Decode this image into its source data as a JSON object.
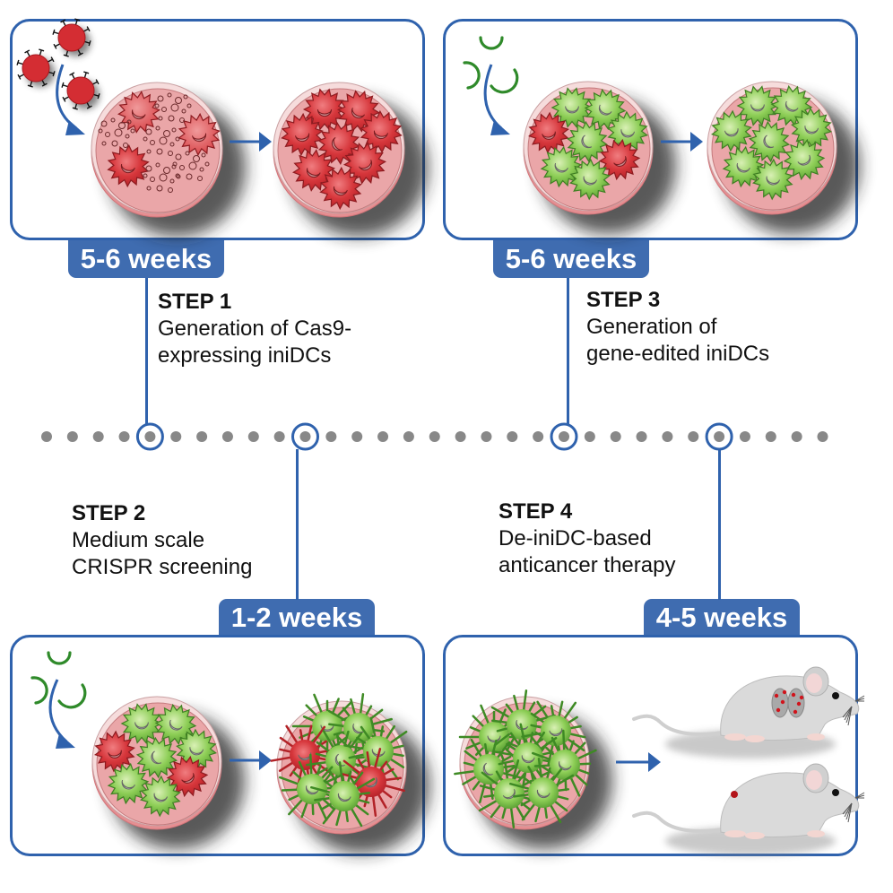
{
  "figure": {
    "title": "iniDC CRISPR screening and therapy workflow timeline"
  },
  "colors": {
    "accent_blue": "#2f62ad",
    "badge_blue": "#3f6cb0",
    "timeline_dot": "#888888",
    "dish_medium": "#e8a3a6",
    "cell_red": "#d62c33",
    "cell_green": "#7cc04a",
    "mouse_gray": "#d9d9d9"
  },
  "steps": [
    {
      "id": "step1",
      "title": "STEP 1",
      "line1": "Generation of Cas9-",
      "line2": "expressing iniDCs",
      "duration": "5-6 weeks",
      "panel_content": "Lentivirus (Cas9) transduction of cells; Cas9-expressing iniDCs expanded",
      "icons": [
        "virus-icon",
        "petri-dish-icon",
        "arrow-right-icon"
      ]
    },
    {
      "id": "step2",
      "title": "STEP 2",
      "line1": "Medium scale",
      "line2": "CRISPR screening",
      "duration": "1-2 weeks",
      "panel_content": "sgRNA library added; mixed red/green cells then activated",
      "icons": [
        "sgrna-icon",
        "petri-dish-icon",
        "arrow-right-icon"
      ]
    },
    {
      "id": "step3",
      "title": "STEP 3",
      "line1": "Generation of",
      "line2": "gene-edited iniDCs",
      "duration": "5-6 weeks",
      "panel_content": "sgRNA added; green gene-edited iniDCs selected",
      "icons": [
        "sgrna-icon",
        "petri-dish-icon",
        "arrow-right-icon"
      ]
    },
    {
      "id": "step4",
      "title": "STEP 4",
      "line1": "De-iniDC-based",
      "line2": "anticancer therapy",
      "duration": "4-5 weeks",
      "panel_content": "Activated gene-edited iniDCs administered to tumor-bearing mice",
      "icons": [
        "petri-dish-icon",
        "arrow-right-icon",
        "mouse-icon"
      ]
    }
  ],
  "timeline": {
    "dot_count": 31,
    "milestone_dot_indices": [
      4,
      10,
      20,
      26
    ]
  }
}
